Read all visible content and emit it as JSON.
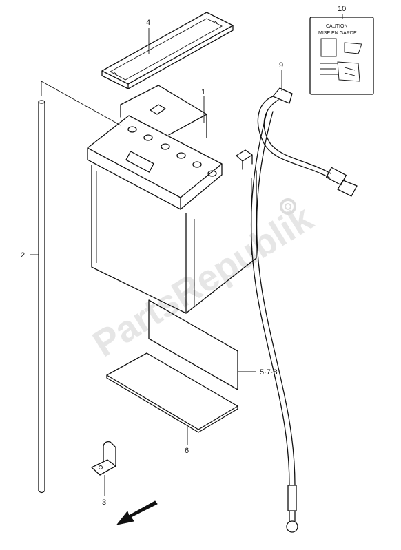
{
  "parts": [
    {
      "id": "battery",
      "callout": "1"
    },
    {
      "id": "rod",
      "callout": "2"
    },
    {
      "id": "clamp",
      "callout": "3"
    },
    {
      "id": "strap",
      "callout": "4"
    },
    {
      "id": "spacers",
      "callout": "5·7·8"
    },
    {
      "id": "pad",
      "callout": "6"
    },
    {
      "id": "cable",
      "callout": "9"
    },
    {
      "id": "caution-label",
      "callout": "10"
    }
  ],
  "caution_label": {
    "line1": "CAUTION",
    "line2": "MISE EN GARDE"
  },
  "watermark": {
    "text": "PartsRepublik",
    "color": "#e6e6e6"
  },
  "colors": {
    "line": "#111111",
    "background": "#ffffff"
  }
}
